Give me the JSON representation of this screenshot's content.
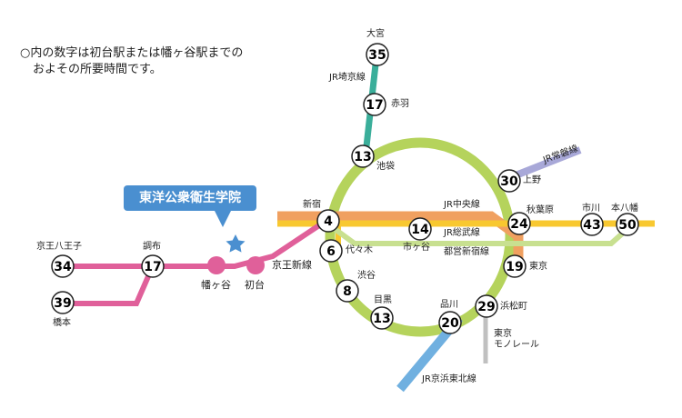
{
  "note": {
    "line1": "○内の数字は初台駅または幡ヶ谷駅までの",
    "line2": "およその所要時間です。"
  },
  "callout": "東洋公衆衛生学院",
  "colors": {
    "yamanote": "#b5d35c",
    "chuo": "#f0a060",
    "sobu": "#f8c830",
    "keio": "#e0609a",
    "saikyo": "#3aae9a",
    "joban": "#a8a8d8",
    "shinjuku_line": "#c8e090",
    "keihin": "#70b0e0",
    "monorail": "#c0c0c0",
    "accent": "#4a8fd0"
  },
  "stations": [
    {
      "id": "omiya",
      "minutes": "35",
      "name": "大宮"
    },
    {
      "id": "akabane",
      "minutes": "17",
      "name": "赤羽"
    },
    {
      "id": "ikebukuro",
      "minutes": "13",
      "name": "池袋"
    },
    {
      "id": "ueno",
      "minutes": "30",
      "name": "上野"
    },
    {
      "id": "shinjuku",
      "minutes": "4",
      "name": "新宿"
    },
    {
      "id": "ichigaya",
      "minutes": "14",
      "name": "市ヶ谷"
    },
    {
      "id": "akihabara",
      "minutes": "24",
      "name": "秋葉原"
    },
    {
      "id": "ichikawa",
      "minutes": "43",
      "name": "市川"
    },
    {
      "id": "motoyawata",
      "minutes": "50",
      "name": "本八幡"
    },
    {
      "id": "yoyogi",
      "minutes": "6",
      "name": "代々木"
    },
    {
      "id": "tokyo",
      "minutes": "19",
      "name": "東京"
    },
    {
      "id": "shibuya",
      "minutes": "8",
      "name": "渋谷"
    },
    {
      "id": "meguro",
      "minutes": "13",
      "name": "目黒"
    },
    {
      "id": "shinagawa",
      "minutes": "20",
      "name": "品川"
    },
    {
      "id": "hamamatsucho",
      "minutes": "29",
      "name": "浜松町"
    },
    {
      "id": "hachioji",
      "minutes": "34",
      "name": "京王八王子"
    },
    {
      "id": "chofu",
      "minutes": "17",
      "name": "調布"
    },
    {
      "id": "hashimoto",
      "minutes": "39",
      "name": "橋本"
    }
  ],
  "local_stations": {
    "hatagaya": "幡ヶ谷",
    "hatsudai": "初台"
  },
  "lines": {
    "saikyo": "JR埼京線",
    "joban": "JR常磐線",
    "chuo": "JR中央線",
    "sobu": "JR総武線",
    "toei_shinjuku": "都営新宿線",
    "keio_new": "京王新線",
    "monorail": "東京\nモノレール",
    "keihin": "JR京浜東北線"
  }
}
